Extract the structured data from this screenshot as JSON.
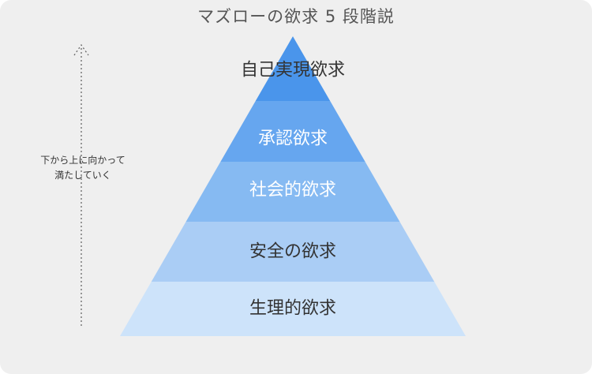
{
  "title": "マズローの欲求 5 段階説",
  "axis_note": {
    "line1": "下から上に向かって",
    "line2": "満たしていく"
  },
  "levels": [
    {
      "label": "自己実現欲求",
      "fill": "#4a95eb",
      "text_color": "#333333"
    },
    {
      "label": "承認欲求",
      "fill": "#66a6ef",
      "text_color": "#ffffff"
    },
    {
      "label": "社会的欲求",
      "fill": "#86baf2",
      "text_color": "#ffffff"
    },
    {
      "label": "安全の欲求",
      "fill": "#aacdf5",
      "text_color": "#333333"
    },
    {
      "label": "生理的欲求",
      "fill": "#cde3fa",
      "text_color": "#333333"
    }
  ],
  "colors": {
    "background": "#efefef",
    "arrow": "#666666"
  }
}
